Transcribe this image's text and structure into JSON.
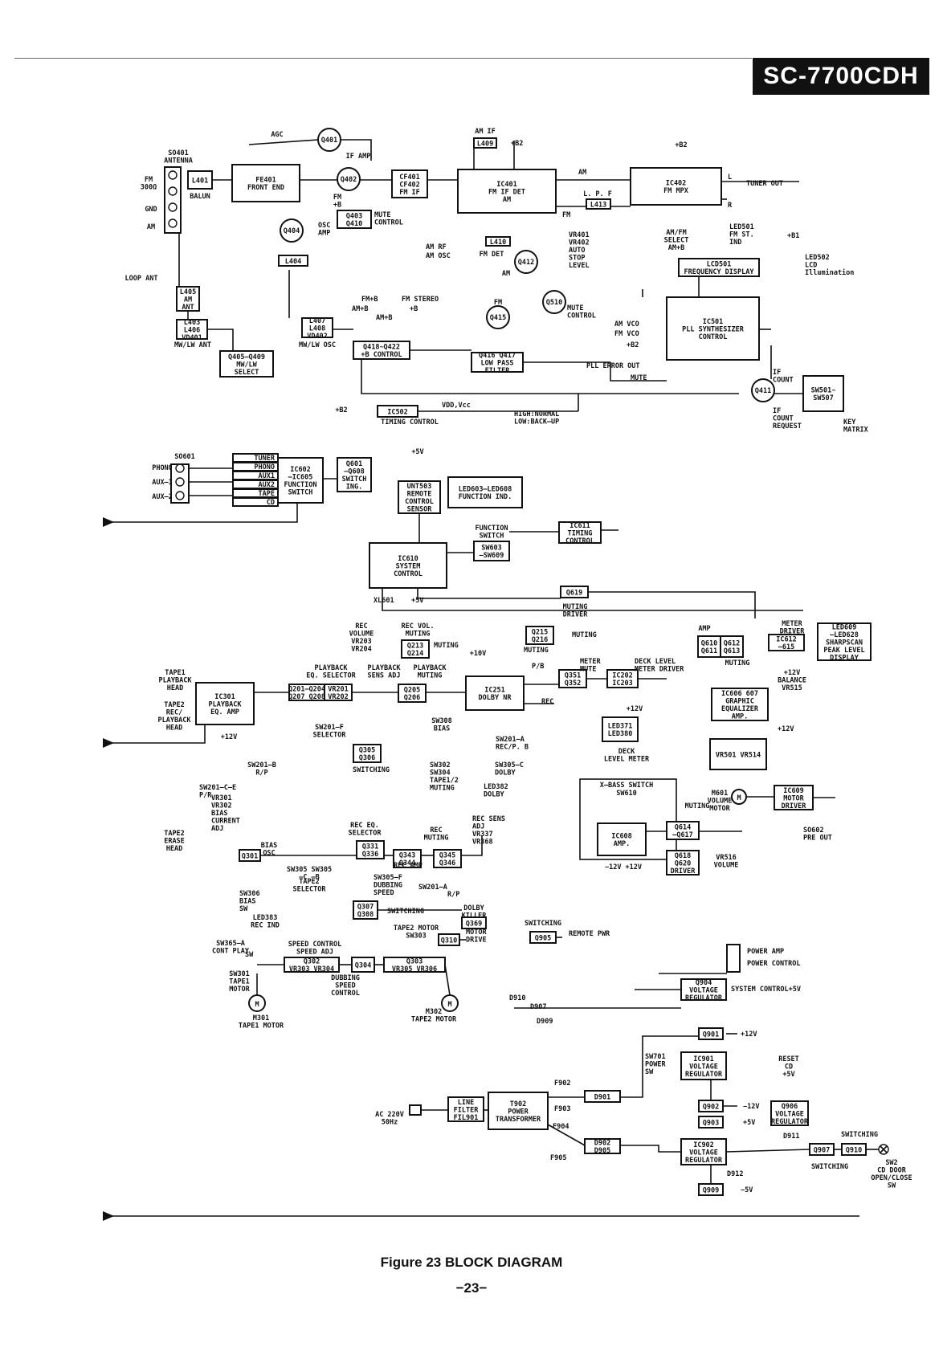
{
  "header": {
    "model": "SC-7700CDH"
  },
  "caption": "Figure 23 BLOCK DIAGRAM",
  "page_number": "−23−",
  "blocks": [
    {
      "id": "fe401",
      "lines": [
        "FE401",
        "FRONT END"
      ]
    },
    {
      "id": "cf401",
      "lines": [
        "CF401",
        "CF402",
        "FM IF"
      ]
    },
    {
      "id": "ic401",
      "lines": [
        "IC401",
        "FM IF DET",
        "AM"
      ]
    },
    {
      "id": "ic402",
      "lines": [
        "IC402",
        "FM MPX"
      ]
    },
    {
      "id": "l401",
      "lines": [
        "L401"
      ]
    },
    {
      "id": "l409",
      "lines": [
        "L409"
      ]
    },
    {
      "id": "l410",
      "lines": [
        "L410"
      ]
    },
    {
      "id": "l413",
      "lines": [
        "L413"
      ]
    },
    {
      "id": "l404",
      "lines": [
        "L404"
      ]
    },
    {
      "id": "q403",
      "lines": [
        "Q403",
        "Q410"
      ]
    },
    {
      "id": "l405",
      "lines": [
        "L405",
        "AM",
        "ANT"
      ]
    },
    {
      "id": "l403",
      "lines": [
        "L403",
        "L406",
        "VD401"
      ]
    },
    {
      "id": "l407",
      "lines": [
        "L407",
        "L408",
        "VD402"
      ]
    },
    {
      "id": "q405",
      "lines": [
        "Q405—Q409",
        "MW/LW",
        "SELECT"
      ]
    },
    {
      "id": "q418",
      "lines": [
        "Q418∼Q422",
        "+B CONTROL"
      ]
    },
    {
      "id": "q416",
      "lines": [
        "Q416 Q417",
        "LOW PASS",
        "FILTER"
      ]
    },
    {
      "id": "lcd501",
      "lines": [
        "LCD501",
        "FREQUENCY DISPLAY"
      ]
    },
    {
      "id": "ic501",
      "lines": [
        "IC501",
        "PLL SYNTHESIZER",
        "CONTROL"
      ]
    },
    {
      "id": "sw501",
      "lines": [
        "SW501∼",
        "SW507"
      ]
    },
    {
      "id": "ic502",
      "lines": [
        "IC502"
      ]
    },
    {
      "id": "ic602",
      "lines": [
        "IC602",
        "—IC605",
        "FUNCTION",
        "SWITCH"
      ]
    },
    {
      "id": "q601",
      "lines": [
        "Q601",
        "—Q608",
        "SWITCH",
        "ING."
      ]
    },
    {
      "id": "unt503",
      "lines": [
        "UNT503",
        "REMOTE",
        "CONTROL",
        "SENSOR"
      ]
    },
    {
      "id": "led603",
      "lines": [
        "LED603—LED608",
        "FUNCTION IND."
      ]
    },
    {
      "id": "sw603",
      "lines": [
        "SW603",
        "—SW609"
      ]
    },
    {
      "id": "ic611",
      "lines": [
        "IC611",
        "TIMING",
        "CONTROL"
      ]
    },
    {
      "id": "ic610",
      "lines": [
        "IC610",
        "SYSTEM",
        "CONTROL"
      ]
    },
    {
      "id": "q619",
      "lines": [
        "Q619"
      ]
    },
    {
      "id": "q215",
      "lines": [
        "Q215",
        "Q216"
      ]
    },
    {
      "id": "q213",
      "lines": [
        "Q213",
        "Q214"
      ]
    },
    {
      "id": "q201",
      "lines": [
        "Q201—Q204",
        "Q207 Q208"
      ]
    },
    {
      "id": "vr201",
      "lines": [
        "VR201",
        "VR202"
      ]
    },
    {
      "id": "q205",
      "lines": [
        "Q205",
        "Q206"
      ]
    },
    {
      "id": "ic301",
      "lines": [
        "IC301",
        "PLAYBACK",
        "EQ. AMP"
      ]
    },
    {
      "id": "ic251",
      "lines": [
        "IC251",
        "DOLBY NR"
      ]
    },
    {
      "id": "q351",
      "lines": [
        "Q351",
        "Q352"
      ]
    },
    {
      "id": "ic202",
      "lines": [
        "IC202",
        "IC203"
      ]
    },
    {
      "id": "led371",
      "lines": [
        "LED371",
        "LED380"
      ]
    },
    {
      "id": "q610",
      "lines": [
        "Q610",
        "Q611"
      ]
    },
    {
      "id": "q612",
      "lines": [
        "Q612",
        "Q613"
      ]
    },
    {
      "id": "ic612",
      "lines": [
        "IC612",
        "—615"
      ]
    },
    {
      "id": "led609",
      "lines": [
        "LED609",
        "—LED628",
        "SHARPSCAN",
        "PEAK LEVEL",
        "DISPLAY"
      ]
    },
    {
      "id": "ic606",
      "lines": [
        "IC606 607",
        "GRAPHIC",
        "EQUALIZER",
        "AMP."
      ]
    },
    {
      "id": "vr501",
      "lines": [
        "VR501 VR514"
      ]
    },
    {
      "id": "q305",
      "lines": [
        "Q305",
        "Q306"
      ]
    },
    {
      "id": "q301",
      "lines": [
        "Q301"
      ]
    },
    {
      "id": "q331",
      "lines": [
        "Q331",
        "Q336"
      ]
    },
    {
      "id": "q343",
      "lines": [
        "Q343",
        "Q344"
      ]
    },
    {
      "id": "q345",
      "lines": [
        "Q345",
        "Q346"
      ]
    },
    {
      "id": "q307",
      "lines": [
        "Q307",
        "Q308"
      ]
    },
    {
      "id": "q369",
      "lines": [
        "Q369"
      ]
    },
    {
      "id": "q310",
      "lines": [
        "Q310"
      ]
    },
    {
      "id": "q302",
      "lines": [
        "Q302",
        "VR303 VR304"
      ]
    },
    {
      "id": "q304",
      "lines": [
        "Q304"
      ]
    },
    {
      "id": "q303",
      "lines": [
        "Q303",
        "VR305 VR306"
      ]
    },
    {
      "id": "ic608",
      "lines": [
        "IC608",
        "AMP."
      ]
    },
    {
      "id": "q614",
      "lines": [
        "Q614",
        "—Q617"
      ]
    },
    {
      "id": "q618",
      "lines": [
        "Q618",
        "Q620",
        "DRIVER"
      ]
    },
    {
      "id": "ic609",
      "lines": [
        "IC609",
        "MOTOR",
        "DRIVER"
      ]
    },
    {
      "id": "q905",
      "lines": [
        "Q905"
      ]
    },
    {
      "id": "q904",
      "lines": [
        "Q904",
        "VOLTAGE",
        "REGULATOR"
      ]
    },
    {
      "id": "q901",
      "lines": [
        "Q901"
      ]
    },
    {
      "id": "ic901",
      "lines": [
        "IC901",
        "VOLTAGE",
        "REGULATOR"
      ]
    },
    {
      "id": "q902",
      "lines": [
        "Q902"
      ]
    },
    {
      "id": "q903",
      "lines": [
        "Q903"
      ]
    },
    {
      "id": "ic902",
      "lines": [
        "IC902",
        "VOLTAGE",
        "REGULATOR"
      ]
    },
    {
      "id": "q909",
      "lines": [
        "Q909"
      ]
    },
    {
      "id": "q906",
      "lines": [
        "Q906",
        "VOLTAGE",
        "REGULATOR"
      ]
    },
    {
      "id": "q907",
      "lines": [
        "Q907"
      ]
    },
    {
      "id": "q910",
      "lines": [
        "Q910"
      ]
    },
    {
      "id": "linefilter",
      "lines": [
        "LINE",
        "FILTER",
        "FIL901"
      ]
    },
    {
      "id": "t902",
      "lines": [
        "T902",
        "POWER",
        "TRANSFORMER"
      ]
    },
    {
      "id": "d901",
      "lines": [
        "D901"
      ]
    },
    {
      "id": "d902",
      "lines": [
        "D902",
        "D905"
      ]
    }
  ],
  "transistors": [
    "Q401",
    "Q402",
    "Q404",
    "Q412",
    "Q411",
    "Q415",
    "Q510"
  ],
  "labels": {
    "antenna": [
      "SO401",
      "ANTENNA"
    ],
    "fm300": [
      "FM",
      "300Ω"
    ],
    "gnd": "GND",
    "am": "AM",
    "loop_ant": "LOOP ANT",
    "balun": "BALUN",
    "agc": "AGC",
    "if_amp": "IF AMP",
    "osc_amp": [
      "OSC",
      "AMP"
    ],
    "mute_control": [
      "MUTE",
      "CONTROL"
    ],
    "fmb": [
      "FM",
      "+B"
    ],
    "am_if": "AM IF",
    "plus_b2": "+B2",
    "am_line": "AM",
    "lpf": "L. P. F",
    "fm_small": "FM",
    "tuner_out": "TUNER OUT",
    "l": "L",
    "r": "R",
    "am_rf": "AM RF",
    "am_osc": "AM OSC",
    "fm_det": "FM DET",
    "vr401": [
      "VR401",
      "VR402",
      "AUTO",
      "STOP",
      "LEVEL"
    ],
    "am_fm_select": [
      "AM/FM",
      "SELECT",
      "AM+B"
    ],
    "led501": [
      "LED501",
      "FM ST.",
      "IND"
    ],
    "plus_b1": "+B1",
    "led502": [
      "LED502",
      "LCD",
      "Illumination"
    ],
    "mw_lw_ant": "MW/LW ANT",
    "mw_lw_osc": "MW/LW OSC",
    "fm_b": "FM+B",
    "fm_stereo": "FM STEREO",
    "am_b": "AM+B",
    "plus_b": "+B",
    "am_b2": "AM+B",
    "fm_mute": "FM",
    "mute_ctrl2": [
      "MUTE",
      "CONTROL"
    ],
    "am_vco": "AM VCO",
    "fm_vco": "FM VCO",
    "b52": "+B2",
    "pll_error": "PLL ERROR OUT",
    "mute": "MUTE",
    "if_count": [
      "IF",
      "COUNT"
    ],
    "if_count_req": [
      "IF",
      "COUNT",
      "REQUEST"
    ],
    "key_matrix": [
      "KEY",
      "MATRIX"
    ],
    "vdd": "VDD,Vcc",
    "timing_control": "TIMING CONTROL",
    "high_normal": [
      "HIGH:NORMAL",
      "LOW:BACK—UP"
    ],
    "so601": "SO601",
    "phono": "PHONO",
    "aux1": "AUX—1",
    "aux2": "AUX—2",
    "func_inputs": [
      "TUNER",
      "PHONO",
      "AUX1",
      "AUX2",
      "TAPE",
      "CD"
    ],
    "plus5v": "+5V",
    "function_switch": [
      "FUNCTION",
      "SWITCH"
    ],
    "xl601": "XL601",
    "muting_driver": [
      "MUTING",
      "DRIVER"
    ],
    "rec_volume": [
      "REC",
      "VOLUME",
      "VR203",
      "VR204"
    ],
    "rec_vol_muting": [
      "REC VOL.",
      "MUTING"
    ],
    "muting": "MUTING",
    "plus10v": "+10V",
    "muting2": "MUTING",
    "pb": "P/B",
    "playback_eq": [
      "PLAYBACK",
      "EQ. SELECTOR"
    ],
    "playback_sens": [
      "PLAYBACK",
      "SENS ADJ"
    ],
    "playback_muting": [
      "PLAYBACK",
      "MUTING"
    ],
    "meter_mute": [
      "METER",
      "MUTE"
    ],
    "deck_level": [
      "DECK LEVEL",
      "METER DRIVER"
    ],
    "rec": "REC",
    "plus12v": "+12V",
    "deck_level_meter": [
      "DECK",
      "LEVEL METER"
    ],
    "amp": "AMP",
    "meter_driver": [
      "METER",
      "DRIVER"
    ],
    "muting3": "MUTING",
    "balance": [
      "+12V",
      "BALANCE",
      "VR515"
    ],
    "tape1_head": [
      "TAPE1",
      "PLAYBACK",
      "HEAD"
    ],
    "tape2_head": [
      "TAPE2",
      "REC/",
      "PLAYBACK",
      "HEAD"
    ],
    "tape2_erase": [
      "TAPE2",
      "ERASE",
      "HEAD"
    ],
    "sw201f": [
      "SW201—F",
      "SELECTOR"
    ],
    "sw308": [
      "SW308",
      "BIAS"
    ],
    "switching": "SWITCHING",
    "sw201b": [
      "SW201—B",
      "R/P"
    ],
    "sw201a_recpb": [
      "SW201—A",
      "REC/P. B"
    ],
    "sw305c": [
      "SW305—C",
      "DOLBY"
    ],
    "sw302": [
      "SW302",
      "SW304",
      "TAPE1/2",
      "MUTING"
    ],
    "led382": [
      "LED382",
      "DOLBY"
    ],
    "sw201ce": [
      "SW201—C—E",
      "P/R"
    ],
    "vr301": [
      "VR301",
      "VR302",
      "BIAS",
      "CURRENT",
      "ADJ"
    ],
    "bias_osc": [
      "BIAS",
      "OSC"
    ],
    "rec_eq": [
      "REC EQ.",
      "SELECTOR"
    ],
    "rec_muting": [
      "REC",
      "MUTING"
    ],
    "rec_sens": [
      "REC SENS",
      "ADJ",
      "VR337",
      "VR368"
    ],
    "sw305": [
      "SW305 SW305",
      "—C    —B"
    ],
    "tape2_sel": [
      "TAPE2",
      "SELECTOR"
    ],
    "rec_amp": "REC AMP",
    "sw305f": [
      "SW305—F",
      "DUBBING",
      "SPEED"
    ],
    "sw201a": "SW201—A",
    "rp": "R/P",
    "dolby_killer": [
      "DOLBY",
      "KILLER"
    ],
    "sw306": [
      "SW306",
      "BIAS",
      "SW"
    ],
    "led383": [
      "LED383",
      "REC IND"
    ],
    "switching2": "SWITCHING",
    "tape2_motor_sw": [
      "TAPE2 MOTOR",
      "SW303"
    ],
    "motor_drive": [
      "MOTOR",
      "DRIVE"
    ],
    "sw365a": [
      "SW365—A",
      "CONT PLAY"
    ],
    "sw": "SW",
    "speed_control": [
      "SPEED CONTROL",
      "SPEED ADJ"
    ],
    "dubbing_speed": [
      "DUBBING",
      "SPEED",
      "CONTROL"
    ],
    "sw301": [
      "SW301",
      "TAPE1",
      "MOTOR"
    ],
    "m301": [
      "M301",
      "TAPE1 MOTOR"
    ],
    "m302": [
      "M302",
      "TAPE2 MOTOR"
    ],
    "xbass": "X—BASS SWITCH",
    "sw610": "SW610",
    "muting4": "MUTING",
    "m601": [
      "M601",
      "VOLUME",
      "MOTOR"
    ],
    "so602": [
      "SO602",
      "PRE OUT"
    ],
    "vr616": [
      "VR516",
      "VOLUME"
    ],
    "minus12v": "−12V +12V",
    "switching3": "SWITCHING",
    "remote_pwr": "REMOTE PWR",
    "power_amp": "POWER AMP",
    "power_control": "POWER CONTROL",
    "system_control": "SYSTEM CONTROL+5V",
    "d910": "D910",
    "d907": "D907",
    "d909": "D909",
    "plus12v_b": "+12V",
    "sw701": [
      "SW701",
      "POWER",
      "SW"
    ],
    "reset": [
      "RESET",
      "CD",
      "+5V"
    ],
    "minus12v_b": "−12V",
    "plus5v_b": "+5V",
    "ac": [
      "AC 220V",
      "50Hz"
    ],
    "f902": "F902",
    "f903": "F903",
    "f904": "F904",
    "f905": "F905",
    "d911": "D911",
    "d912": "D912",
    "switching4": "SWITCHING",
    "switching5": "SWITCHING",
    "sw2": [
      "SW2",
      "CD DOOR",
      "OPEN/CLOSE",
      "SW"
    ],
    "minus5v": "−5V"
  }
}
